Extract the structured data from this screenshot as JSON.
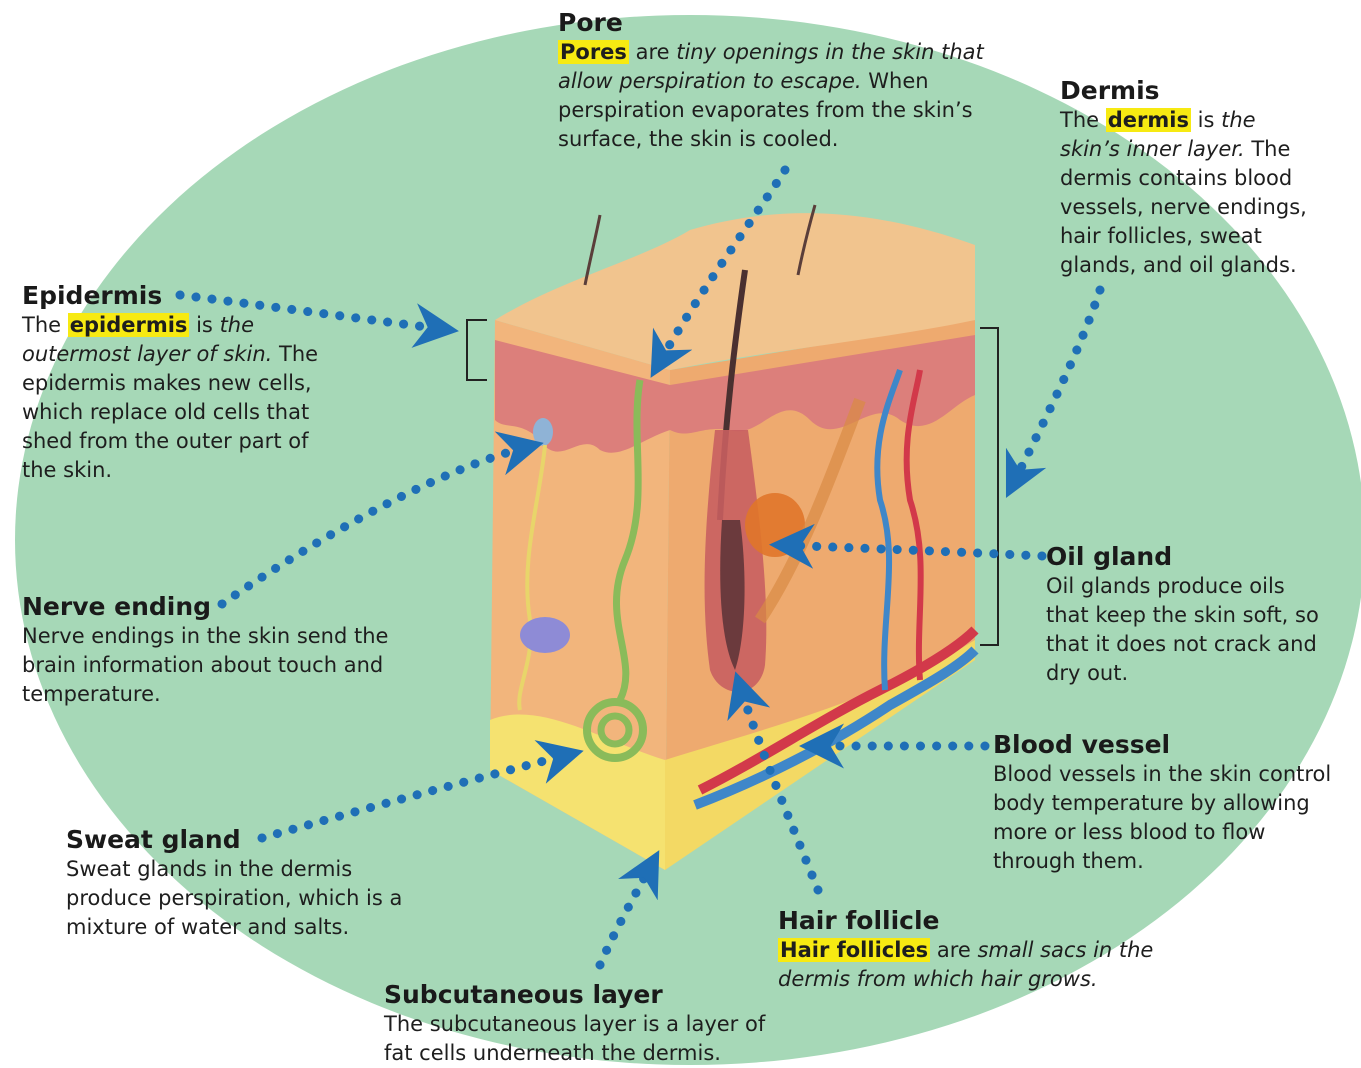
{
  "colors": {
    "background_oval": "#a6d8b7",
    "arrow": "#1f6fb6",
    "highlight": "#f7ea12",
    "skin_surface": "#f1c48e",
    "skin_body": "#f4b97e",
    "epidermis_band": "#dc7f7b",
    "fat_layer": "#f5e270"
  },
  "labels": {
    "pore": {
      "title": "Pore",
      "term": "Pores",
      "pre": "",
      "mid": " are ",
      "def": "tiny openings in the skin that allow perspiration to escape.",
      "rest": " When perspiration evaporates from the skin’s surface, the skin is cooled."
    },
    "dermis": {
      "title": "Dermis",
      "pre": "The ",
      "term": "dermis",
      "mid": " is ",
      "def": "the skin’s inner layer.",
      "rest": " The dermis contains blood vessels, nerve endings, hair follicles, sweat glands, and oil glands."
    },
    "epidermis": {
      "title": "Epidermis",
      "pre": "The ",
      "term": "epidermis",
      "mid": " is ",
      "def": "the outermost layer of skin.",
      "rest": " The epidermis makes new cells, which replace old cells that shed from the outer part of the skin."
    },
    "nerve_ending": {
      "title": "Nerve ending",
      "text": "Nerve endings in the skin send the brain information about touch and temperature."
    },
    "oil_gland": {
      "title": "Oil gland",
      "text": "Oil glands produce oils that keep the skin soft, so that it does not crack and dry out."
    },
    "blood_vessel": {
      "title": "Blood vessel",
      "text": "Blood vessels in the skin control body temperature by allowing more or less blood to flow through them."
    },
    "sweat_gland": {
      "title": "Sweat gland",
      "text": "Sweat glands in the dermis produce perspiration, which is a mixture of water and salts."
    },
    "hair_follicle": {
      "title": "Hair follicle",
      "pre": "",
      "term": "Hair follicles",
      "mid": " are ",
      "def": "small sacs in the dermis from which hair grows.",
      "rest": ""
    },
    "subcutaneous_layer": {
      "title": "Subcutaneous layer",
      "text": "The subcutaneous layer is a layer of fat cells underneath the dermis."
    }
  }
}
